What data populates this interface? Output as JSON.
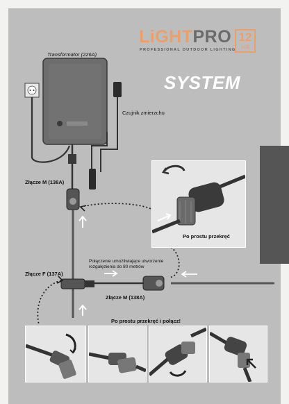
{
  "brand": {
    "name_hl": "LiGHT",
    "name_rest": "PRO",
    "tagline": "PROFESSIONAL OUTDOOR LIGHTING",
    "volt_number": "12",
    "volt_unit": "volt"
  },
  "title": "SYSTEM",
  "labels": {
    "transformer": "Transformator (226A)",
    "dusk_sensor": "Czujnik zmierzchu",
    "connector_m_top": "Złącze M (138A)",
    "connector_f": "Złącze F (137A)",
    "connector_m_bottom": "Złącze M (138A)",
    "branch_note_line1": "Połączenie umożliwiające utworzenie",
    "branch_note_line2": "rozgałęzienia do 80 metrów",
    "just_twist": "Po prostu przekręć",
    "twist_and_connect": "Po prostu przekręć i połącz!"
  },
  "colors": {
    "background": "#bdbdbd",
    "accent": "#e8a070",
    "transformer_body": "#6d6d6d",
    "side_tab": "#555555"
  },
  "icons": {
    "outlet": "power-outlet-icon",
    "rotate": "rotate-arrow-icon",
    "step_arrow": "curved-arrow-icon"
  }
}
